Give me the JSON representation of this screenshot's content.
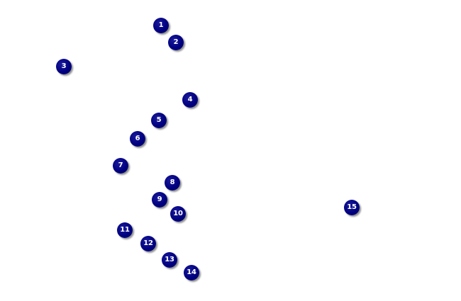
{
  "markers": [
    {
      "label": "1"
    },
    {
      "label": "2"
    },
    {
      "label": "3"
    },
    {
      "label": "4"
    },
    {
      "label": "5"
    },
    {
      "label": "6"
    },
    {
      "label": "7"
    },
    {
      "label": "8"
    },
    {
      "label": "9"
    },
    {
      "label": "10"
    },
    {
      "label": "11"
    },
    {
      "label": "12"
    },
    {
      "label": "13"
    },
    {
      "label": "14"
    },
    {
      "label": "15"
    }
  ],
  "colors": {
    "marker_fill": "#000080",
    "marker_text": "#ffffff",
    "background": "#ffffff"
  }
}
